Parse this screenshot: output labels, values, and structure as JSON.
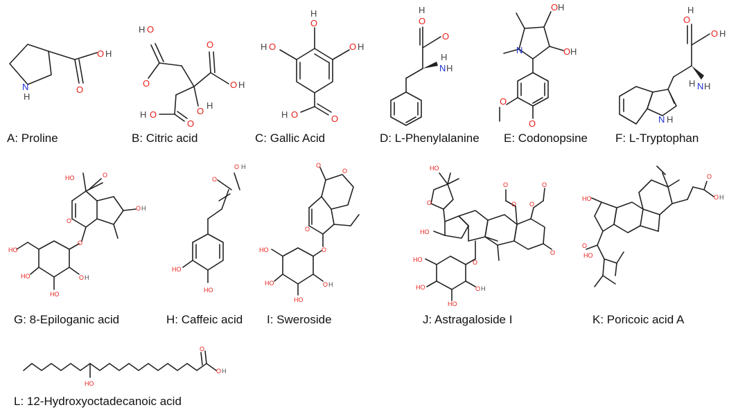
{
  "compounds": [
    {
      "id": "A",
      "caption": "A: Proline"
    },
    {
      "id": "B",
      "caption": "B: Citric acid"
    },
    {
      "id": "C",
      "caption": "C: Gallic Acid"
    },
    {
      "id": "D",
      "caption": "D: L-Phenylalanine"
    },
    {
      "id": "E",
      "caption": "E: Codonopsine"
    },
    {
      "id": "F",
      "caption": "F: L-Tryptophan"
    },
    {
      "id": "G",
      "caption": "G: 8-Epiloganic acid"
    },
    {
      "id": "H",
      "caption": "H: Caffeic acid"
    },
    {
      "id": "I",
      "caption": "I: Sweroside"
    },
    {
      "id": "J",
      "caption": "J: Astragaloside I"
    },
    {
      "id": "K",
      "caption": "K: Poricoic acid A"
    },
    {
      "id": "L",
      "caption": "L: 12-Hydroxyoctadecanoic acid"
    }
  ],
  "atom_labels": {
    "oxygen": "O",
    "nitrogen": "N",
    "hydrogen": "H",
    "hydroxyl": "HO",
    "amine": "NH"
  },
  "colors": {
    "oxygen": "#e8201b",
    "nitrogen": "#1a2fd6",
    "hydrogen": "#444444",
    "bond": "#222222",
    "caption": "#111111"
  }
}
